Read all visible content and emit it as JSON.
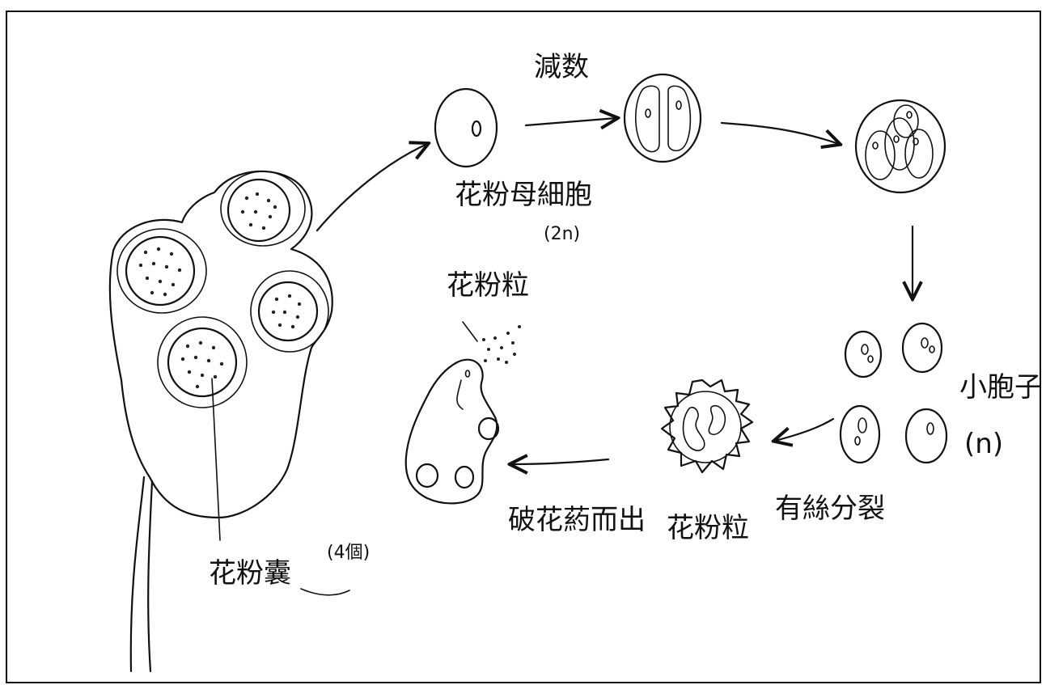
{
  "labels": {
    "meiosis": "減数",
    "pmc": "花粉母細胞",
    "pmc_ploidy": "(2n)",
    "pollen_top": "花粉粒",
    "microspore": "小胞子",
    "microspore_ploidy": "(n)",
    "mitosis": "有絲分裂",
    "pollen_bottom": "花粉粒",
    "release": "破花葯而出",
    "pollen_sac": "花粉囊",
    "pollen_sac_count": "(4個)"
  }
}
